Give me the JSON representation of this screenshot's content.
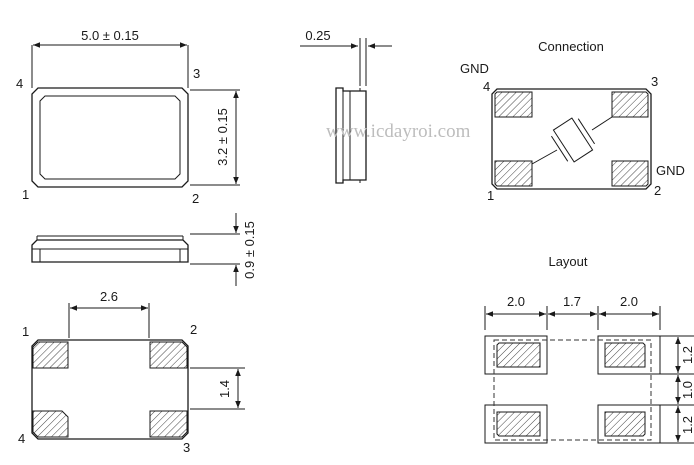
{
  "dimensions": {
    "length": "5.0 ± 0.15",
    "width": "3.2 ± 0.15",
    "height": "0.9 ± 0.15",
    "lid_offset": "0.25",
    "pad_pitch_x": "2.6",
    "pad_pitch_y": "1.4"
  },
  "pins": {
    "top_view": {
      "p1": "1",
      "p2": "2",
      "p3": "3",
      "p4": "4"
    },
    "bottom_view": {
      "p1": "1",
      "p2": "2",
      "p3": "3",
      "p4": "4"
    }
  },
  "connection": {
    "title": "Connection",
    "gnd_top": "GND",
    "gnd_bottom": "GND",
    "p1": "1",
    "p2": "2",
    "p3": "3",
    "p4": "4"
  },
  "layout": {
    "title": "Layout",
    "dim_left": "2.0",
    "dim_mid": "1.7",
    "dim_right": "2.0",
    "dim_v_top": "1.2",
    "dim_v_mid": "1.0",
    "dim_v_bot": "1.2"
  },
  "watermark": "www.icdayroi.com"
}
